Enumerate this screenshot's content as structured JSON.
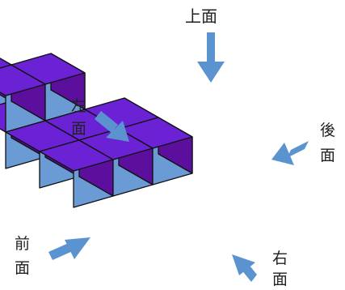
{
  "labels": {
    "top": "上面",
    "left_1": "左",
    "left_2": "面",
    "back_1": "後",
    "back_2": "面",
    "front_1": "前",
    "front_2": "面",
    "right_1": "右",
    "right_2": "面"
  },
  "colors": {
    "top_face": "#6a22d4",
    "front_face": "#6a9bd4",
    "side_face": "#5c0f9c",
    "edge": "#111111",
    "arrow": "#5a93cf",
    "text": "#222222"
  }
}
